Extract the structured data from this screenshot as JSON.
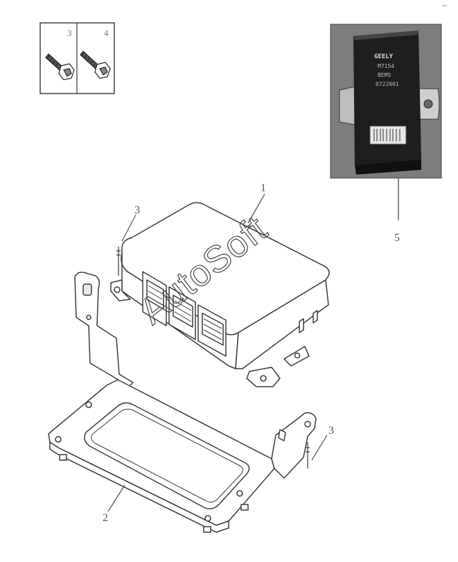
{
  "callouts": {
    "bolt_inset_a": "3",
    "bolt_inset_b": "4",
    "module": "1",
    "bracket": "2",
    "bolt_left": "3",
    "bolt_right": "3",
    "photo": "5",
    "corner_mark": "~"
  },
  "watermark": "AutoSoft",
  "photo_label": {
    "brand": "GEELY",
    "lines": [
      "M7154",
      "BEMS",
      "0722001"
    ]
  },
  "colors": {
    "line": "#3a3a3a",
    "photo_bg": "#8c8c8c",
    "module_body": "#1e1e1e"
  }
}
